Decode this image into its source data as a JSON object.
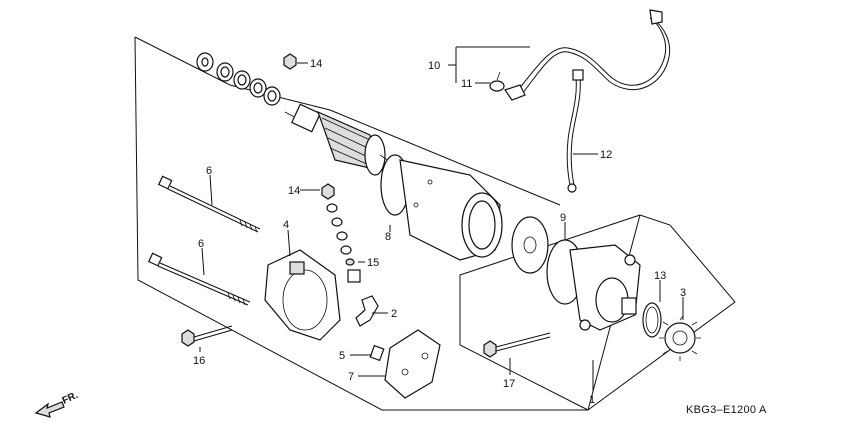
{
  "callouts": [
    {
      "id": "c1",
      "text": "1"
    },
    {
      "id": "c2",
      "text": "2"
    },
    {
      "id": "c3",
      "text": "3"
    },
    {
      "id": "c4",
      "text": "4"
    },
    {
      "id": "c5",
      "text": "5"
    },
    {
      "id": "c6a",
      "text": "6"
    },
    {
      "id": "c6b",
      "text": "6"
    },
    {
      "id": "c7",
      "text": "7"
    },
    {
      "id": "c8",
      "text": "8"
    },
    {
      "id": "c9",
      "text": "9"
    },
    {
      "id": "c10",
      "text": "10"
    },
    {
      "id": "c11",
      "text": "11"
    },
    {
      "id": "c12",
      "text": "12"
    },
    {
      "id": "c13",
      "text": "13"
    },
    {
      "id": "c14a",
      "text": "14"
    },
    {
      "id": "c14b",
      "text": "14"
    },
    {
      "id": "c15",
      "text": "15"
    },
    {
      "id": "c16",
      "text": "16"
    },
    {
      "id": "c17",
      "text": "17"
    }
  ],
  "diagram_code": "KBG3–E1200 A",
  "direction_label": "FR."
}
